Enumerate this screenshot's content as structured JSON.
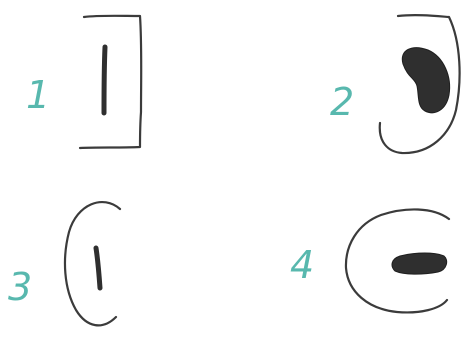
{
  "panels": [
    {
      "number": "1"
    },
    {
      "number": "2"
    },
    {
      "number": "3"
    },
    {
      "number": "4"
    }
  ],
  "colors": {
    "number_ink": "#58b8ae",
    "outline_ink": "#3b3b3b",
    "fill_ink": "#2f2f2f"
  }
}
